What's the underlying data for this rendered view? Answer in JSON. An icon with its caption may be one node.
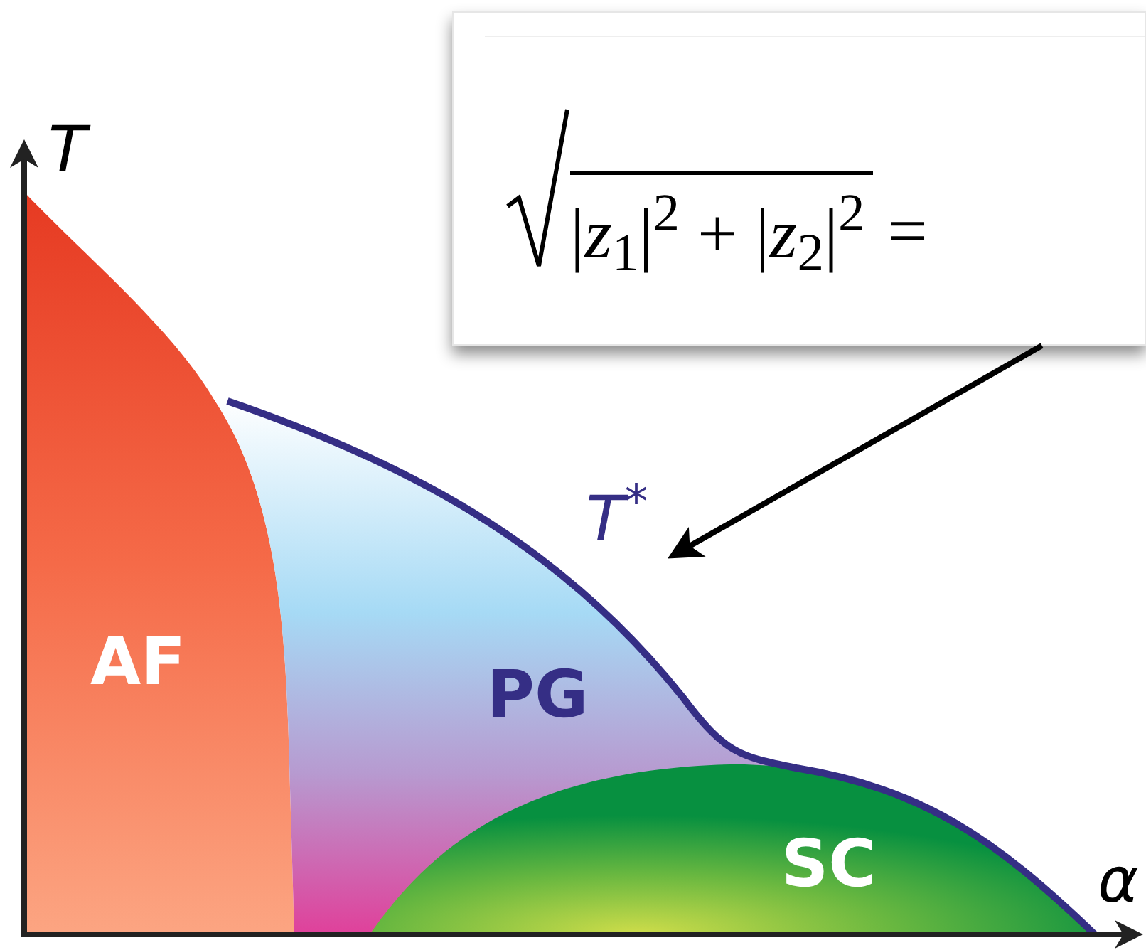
{
  "diagram": {
    "nodes": [
      {
        "text": [
          "|*z*$_{1}$|$^{2}$ + |*z*$_{2}$|$^{2}$",
          "="
        ]
      },
      {
        "text": [
          "T$^{*}$"
        ]
      },
      {
        "text": [
          "AF"
        ]
      },
      {
        "text": [
          "PG"
        ]
      },
      {
        "text": [
          "SC"
        ]
      }
    ],
    "edges": [
      {
        "from": 0,
        "to": 1,
        "arrow": "to"
      }
    ],
    "labels": [
      "T",
      "α"
    ]
  }
}
